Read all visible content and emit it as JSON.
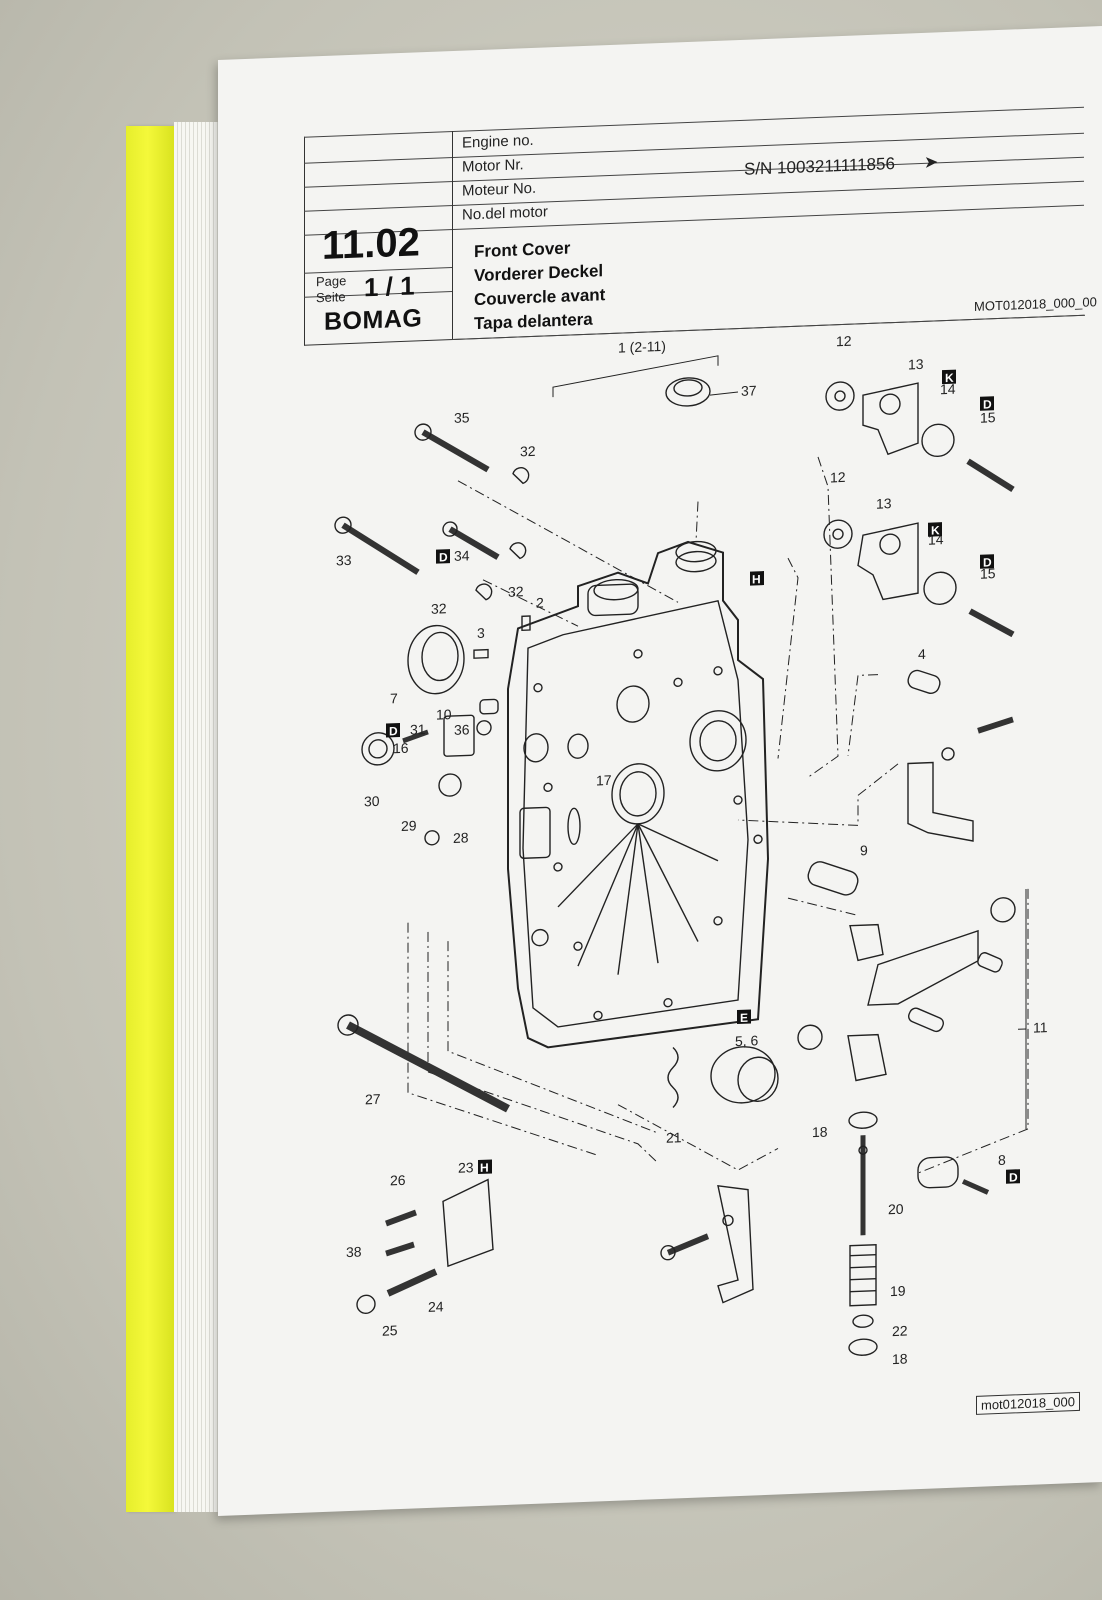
{
  "header": {
    "fields": [
      "Engine no.",
      "Motor Nr.",
      "Moteur No.",
      "No.del motor"
    ],
    "serial": "S/N 1003211111856",
    "serial_arrow": "➤",
    "section_number": "11.02",
    "page_label_en": "Page",
    "page_label_de": "Seite",
    "page_value": "1 / 1",
    "brand": "BOMAG",
    "titles": [
      "Front Cover",
      "Vorderer Deckel",
      "Couvercle avant",
      "Tapa delantera"
    ],
    "doc_id": "MOT012018_000_00"
  },
  "footer": {
    "code": "mot012018_000"
  },
  "callouts": {
    "c1": "1 (2-11)",
    "c2": "2",
    "c3": "3",
    "c4": "4",
    "c56": "5, 6",
    "c7": "7",
    "c8": "8",
    "c9": "9",
    "c10": "10",
    "c11": "11",
    "c12a": "12",
    "c12b": "12",
    "c13a": "13",
    "c13b": "13",
    "c14a": "14",
    "c14b": "14",
    "c15a": "15",
    "c15b": "15",
    "c16": "16",
    "c17": "17",
    "c18a": "18",
    "c18b": "18",
    "c19": "19",
    "c20": "20",
    "c21": "21",
    "c22": "22",
    "c23": "23",
    "c24": "24",
    "c25": "25",
    "c26": "26",
    "c27": "27",
    "c28": "28",
    "c29": "29",
    "c30": "30",
    "c31": "31",
    "c32a": "32",
    "c32b": "32",
    "c32c": "32",
    "c33": "33",
    "c34": "34",
    "c35": "35",
    "c36": "36",
    "c37": "37",
    "c38": "38"
  },
  "markers": {
    "K": "K",
    "D": "D",
    "H": "H",
    "E": "E"
  }
}
